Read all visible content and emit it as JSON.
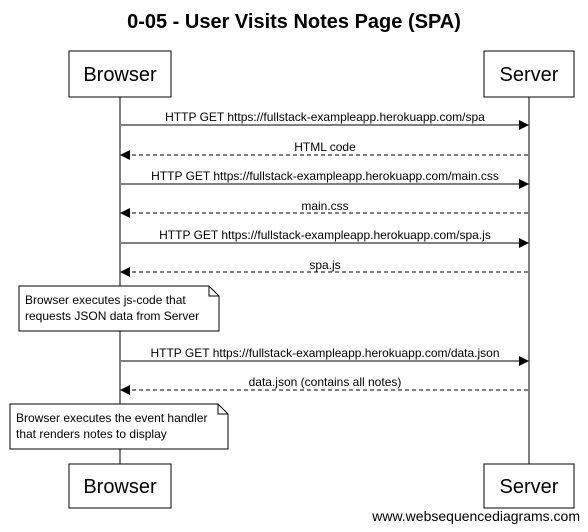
{
  "title": "0-05 - User Visits Notes Page (SPA)",
  "participants": {
    "browser": "Browser",
    "server": "Server"
  },
  "messages": [
    {
      "label": "HTTP GET https://fullstack-exampleapp.herokuapp.com/spa",
      "from": "browser",
      "to": "server",
      "kind": "request"
    },
    {
      "label": "HTML code",
      "from": "server",
      "to": "browser",
      "kind": "response"
    },
    {
      "label": "HTTP GET https://fullstack-exampleapp.herokuapp.com/main.css",
      "from": "browser",
      "to": "server",
      "kind": "request"
    },
    {
      "label": "main.css",
      "from": "server",
      "to": "browser",
      "kind": "response"
    },
    {
      "label": "HTTP GET https://fullstack-exampleapp.herokuapp.com/spa.js",
      "from": "browser",
      "to": "server",
      "kind": "request"
    },
    {
      "label": "spa.js",
      "from": "server",
      "to": "browser",
      "kind": "response"
    },
    {
      "label": "HTTP GET https://fullstack-exampleapp.herokuapp.com/data.json",
      "from": "browser",
      "to": "server",
      "kind": "request"
    },
    {
      "label": "data.json (contains all notes)",
      "from": "server",
      "to": "browser",
      "kind": "response"
    }
  ],
  "notes": [
    {
      "lines": [
        "Browser executes js-code that",
        "requests JSON data from Server"
      ]
    },
    {
      "lines": [
        "Browser executes the event handler",
        "that renders notes to display"
      ]
    }
  ],
  "footer": "www.websequencediagrams.com"
}
